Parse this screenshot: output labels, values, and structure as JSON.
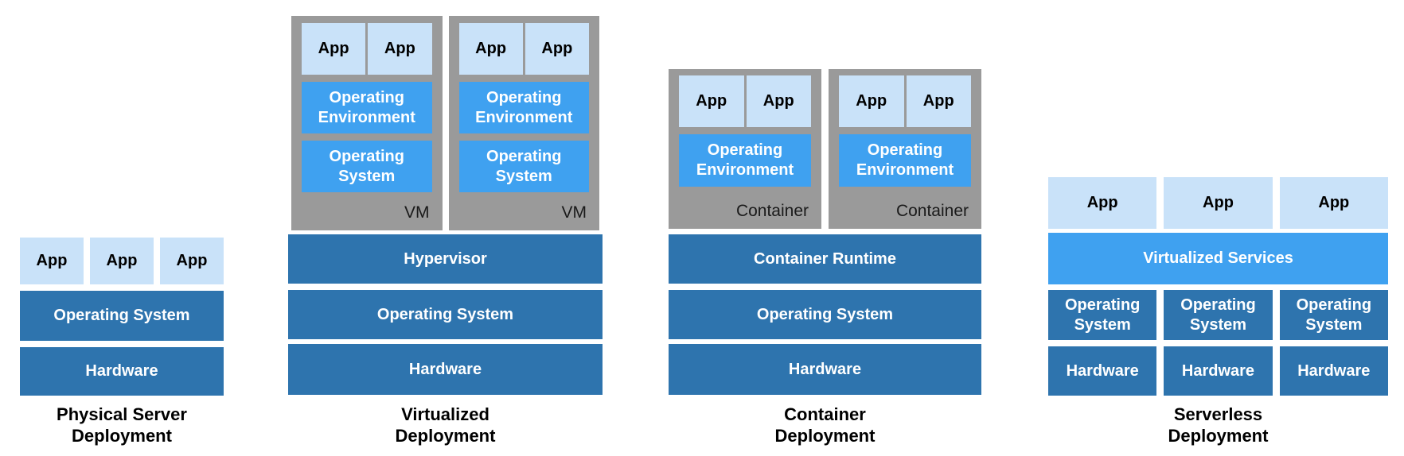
{
  "colors": {
    "light_blue": "#C9E2F9",
    "bright_blue": "#3FA1F0",
    "dark_blue": "#2E74AE",
    "gray": "#9A9A9A",
    "text_black": "#000000"
  },
  "columns": {
    "physical": {
      "apps": [
        "App",
        "App",
        "App"
      ],
      "layers": [
        "Operating System",
        "Hardware"
      ],
      "label_line1": "Physical Server",
      "label_line2": "Deployment"
    },
    "virtualized": {
      "vms": [
        {
          "apps": [
            "App",
            "App"
          ],
          "boxes": [
            "Operating Environment",
            "Operating System"
          ],
          "tag": "VM"
        },
        {
          "apps": [
            "App",
            "App"
          ],
          "boxes": [
            "Operating Environment",
            "Operating System"
          ],
          "tag": "VM"
        }
      ],
      "layers": [
        "Hypervisor",
        "Operating System",
        "Hardware"
      ],
      "label_line1": "Virtualized",
      "label_line2": "Deployment"
    },
    "container": {
      "containers": [
        {
          "apps": [
            "App",
            "App"
          ],
          "boxes": [
            "Operating Environment"
          ],
          "tag": "Container"
        },
        {
          "apps": [
            "App",
            "App"
          ],
          "boxes": [
            "Operating Environment"
          ],
          "tag": "Container"
        }
      ],
      "layers": [
        "Container Runtime",
        "Operating System",
        "Hardware"
      ],
      "label_line1": "Container",
      "label_line2": "Deployment"
    },
    "serverless": {
      "apps": [
        "App",
        "App",
        "App"
      ],
      "services_layer": "Virtualized Services",
      "stacks": [
        {
          "os": "Operating System",
          "hw": "Hardware"
        },
        {
          "os": "Operating System",
          "hw": "Hardware"
        },
        {
          "os": "Operating System",
          "hw": "Hardware"
        }
      ],
      "label_line1": "Serverless",
      "label_line2": "Deployment"
    }
  }
}
